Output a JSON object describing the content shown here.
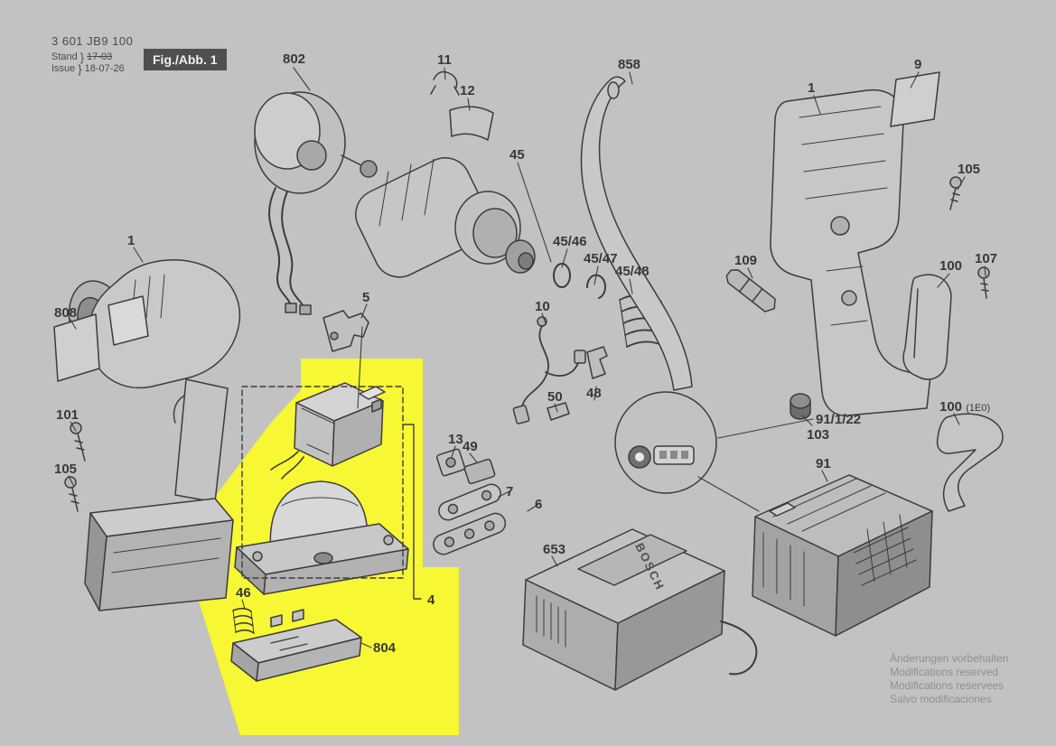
{
  "header": {
    "part_number": "3 601 JB9 100",
    "stand_label": "Stand",
    "stand_value": "17-03",
    "issue_label": "Issue",
    "issue_value": "18-07-26",
    "brace": "}",
    "figure_label": "Fig./Abb. 1"
  },
  "charger": {
    "brand": "BOSCH"
  },
  "labels": {
    "l802": "802",
    "l11": "11",
    "l12": "12",
    "l858": "858",
    "l9": "9",
    "l1_right": "1",
    "l105_right": "105",
    "l45": "45",
    "l45_46": "45/46",
    "l45_47": "45/47",
    "l45_48": "45/48",
    "l109": "109",
    "l100_right": "100",
    "l107": "107",
    "l1_left": "1",
    "l808": "808",
    "l5": "5",
    "l10": "10",
    "l101": "101",
    "l105_left": "105",
    "l50": "50",
    "l48": "48",
    "l91_1_22": "91/1/22",
    "l103": "103",
    "l100_1e0": "100",
    "l100_1e0_suffix": "(1E0)",
    "l13": "13",
    "l49": "49",
    "l7": "7",
    "l6": "6",
    "l91": "91",
    "l653": "653",
    "l46": "46",
    "l4": "4",
    "l804": "804"
  },
  "footer": {
    "line1": "Änderungen vorbehalten",
    "line2": "Modifications reserved",
    "line3": "Modifications reservees",
    "line4": "Salvo modificaciones"
  },
  "colors": {
    "background": "#c2c2c2",
    "line": "#3c3c3c",
    "highlight": "#f7f733",
    "figure_box": "#4f4f4f"
  }
}
